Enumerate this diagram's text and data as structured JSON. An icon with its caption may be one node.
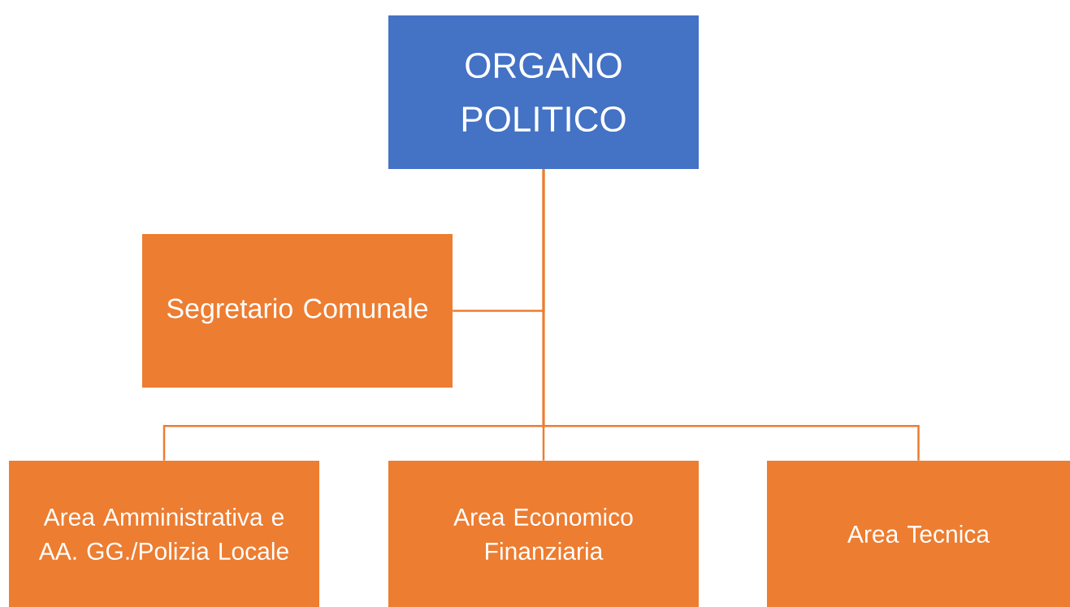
{
  "diagram": {
    "nodes": [
      {
        "text": [
          "ORGANO POLITICO"
        ]
      },
      {
        "text": [
          "Segretario Comunale"
        ]
      },
      {
        "text": [
          "Area Amministrativa e AA. GG./Polizia Locale"
        ]
      },
      {
        "text": [
          "Area Economico Finanziaria"
        ]
      },
      {
        "text": [
          "Area Tecnica"
        ]
      }
    ],
    "edges": [
      {
        "from": 0,
        "to": 1,
        "arrow": "none"
      },
      {
        "from": 0,
        "to": 2,
        "arrow": "none"
      },
      {
        "from": 0,
        "to": 3,
        "arrow": "none"
      },
      {
        "from": 0,
        "to": 4,
        "arrow": "none"
      }
    ]
  }
}
